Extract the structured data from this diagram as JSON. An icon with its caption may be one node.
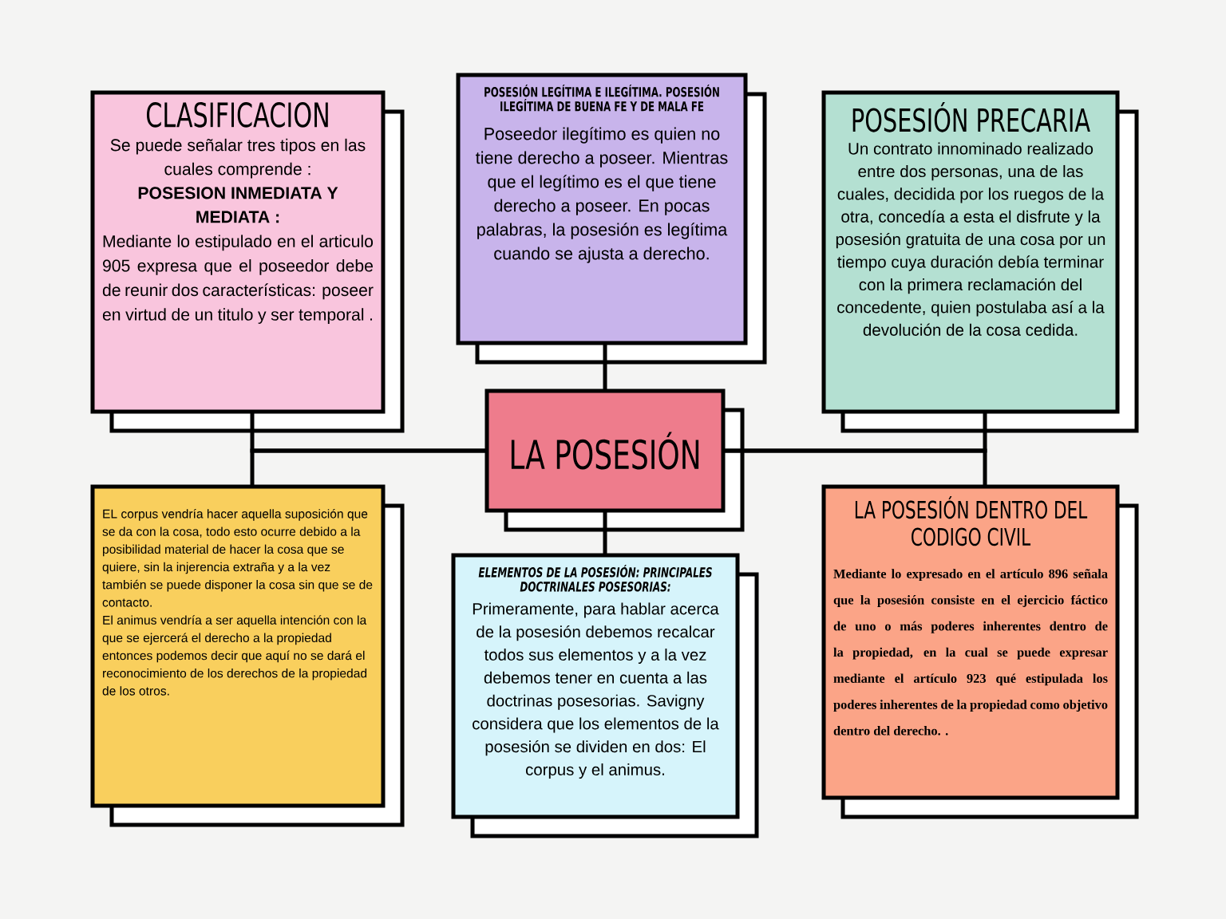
{
  "diagram": {
    "nodes": [
      {
        "text": [
          "CLASIFICACION",
          "Se puede señalar tres tipos en las cuales comprende :",
          "POSESION INMEDIATA Y MEDIATA :",
          "Mediante lo estipulado en el articulo 905 expresa que el poseedor debe de reunir dos características: poseer en virtud de un titulo y ser temporal ."
        ]
      },
      {
        "text": [
          "POSESIÓN LEGÍTIMA E ILEGÍTIMA. POSESIÓN ILEGÍTIMA DE BUENA FE Y DE MALA FE",
          "Poseedor ilegítimo es quien no tiene derecho a poseer. Mientras que el legítimo es el que tiene derecho a poseer. En pocas palabras, la posesión es legítima cuando se ajusta a derecho."
        ]
      },
      {
        "text": [
          "POSESIÓN PRECARIA",
          "Un contrato innominado realizado entre dos personas, una de las cuales, decidida por los ruegos de la otra, concedía a esta el disfrute y la posesión gratuita de una cosa por un tiempo cuya duración debía terminar con la primera reclamación del concedente, quien postulaba así a la devolución de la cosa cedida."
        ]
      },
      {
        "text": [
          "LA POSESIÓN"
        ]
      },
      {
        "text": [
          "EL corpus vendría hacer aquella suposición que se da con la cosa, todo esto ocurre debido a la posibilidad material de hacer la cosa que se quiere, sin la injerencia extraña y a la vez también se puede disponer la cosa sin que se de contacto.",
          "El animus vendría a ser aquella intención con la que se ejercerá el derecho a la propiedad entonces podemos decir que aquí no se dará el reconocimiento de los derechos de la propiedad de los otros."
        ]
      },
      {
        "text": [
          "ELEMENTOS DE LA POSESIÓN: PRINCIPALES DOCTRINALES POSESORIAS:",
          "Primeramente, para hablar acerca de la posesión debemos recalcar todos sus elementos y a la vez debemos tener en cuenta a las doctrinas posesorias. Savigny considera que los elementos de la posesión se dividen en dos: El corpus y el animus."
        ]
      },
      {
        "text": [
          "LA POSESIÓN DENTRO DEL CODIGO CIVIL",
          "Mediante lo expresado en el artículo 896 señala que la posesión consiste en el ejercicio fáctico de uno o más poderes inherentes dentro de la propiedad, en la cual se puede expresar mediante el artículo 923 qué estipulada los poderes inherentes de la propiedad como objetivo dentro del derecho. ."
        ]
      }
    ],
    "edges": [
      {
        "from": 3,
        "to": 0,
        "arrow": "none"
      },
      {
        "from": 3,
        "to": 1,
        "arrow": "none"
      },
      {
        "from": 3,
        "to": 2,
        "arrow": "none"
      },
      {
        "from": 3,
        "to": 4,
        "arrow": "none"
      },
      {
        "from": 3,
        "to": 5,
        "arrow": "none"
      },
      {
        "from": 3,
        "to": 6,
        "arrow": "none"
      }
    ]
  }
}
